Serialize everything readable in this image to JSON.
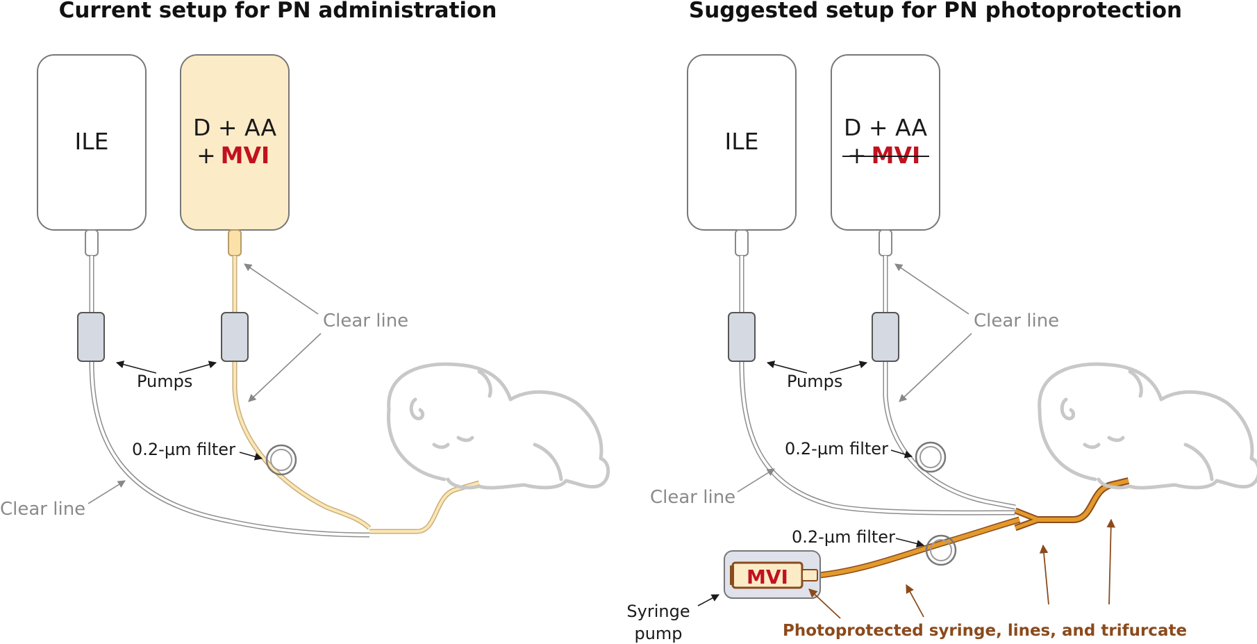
{
  "titles": {
    "current": "Current setup for PN administration",
    "suggested": "Suggested setup for PN photoprotection"
  },
  "bags": {
    "ile": "ILE",
    "d_aa": "D + AA",
    "plus": "+",
    "mvi": "MVI"
  },
  "labels": {
    "clear_line": "Clear line",
    "pumps": "Pumps",
    "filter": "0.2-µm filter",
    "syringe_pump_line1": "Syringe",
    "syringe_pump_line2": "pump",
    "photoprotected": "Photoprotected syringe, lines, and trifurcate"
  },
  "colors": {
    "mvi_red": "#c0121f",
    "mvi_bag_fill": "#fcebc7",
    "orange_line": "#e39a2b",
    "pump_fill": "#d5d9e2",
    "label_gray": "#8a8a8a",
    "brown_label": "#8b4a1c"
  }
}
